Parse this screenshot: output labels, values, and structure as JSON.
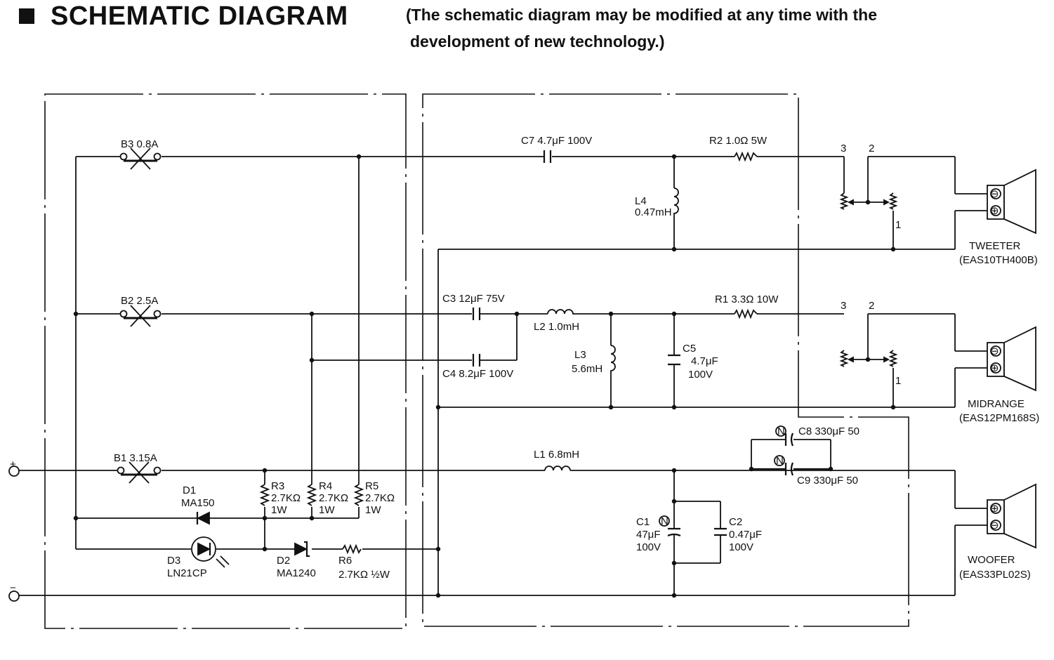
{
  "header": {
    "title": "SCHEMATIC DIAGRAM",
    "note_line1": "(The schematic diagram may be modified at any time with the",
    "note_line2": "development of new technology.)"
  },
  "terminals": {
    "plus": "+",
    "minus": "−"
  },
  "labels": {
    "b3": "B3  0.8A",
    "b2": "B2  2.5A",
    "b1": "B1  3.15A",
    "c7": "C7  4.7μF  100V",
    "r2": "R2  1.0Ω  5W",
    "l4a": "L4",
    "l4b": "0.47mH",
    "c3": "C3  12μF  75V",
    "c4": "C4  8.2μF  100V",
    "l2": "L2  1.0mH",
    "l3a": "L3",
    "l3b": "5.6mH",
    "c5a": "C5",
    "c5b": "4.7μF",
    "c5c": "100V",
    "r1": "R1  3.3Ω  10W",
    "l1": "L1  6.8mH",
    "c8": "C8  330μF 50",
    "c9": "C9  330μF 50",
    "c1a": "C1",
    "c1b": "47μF",
    "c1c": "100V",
    "c2a": "C2",
    "c2b": "0.47μF",
    "c2c": "100V",
    "r3a": "R3",
    "r3b": "2.7KΩ",
    "r3c": "1W",
    "r4a": "R4",
    "r4b": "2.7KΩ",
    "r4c": "1W",
    "r5a": "R5",
    "r5b": "2.7KΩ",
    "r5c": "1W",
    "d1a": "D1",
    "d1b": "MA150",
    "d3a": "D3",
    "d3b": "LN21CP",
    "d2a": "D2",
    "d2b": "MA1240",
    "r6a": "R6",
    "r6b": "2.7KΩ  ½W",
    "n": "N",
    "pin1": "1",
    "pin2": "2",
    "pin3": "3",
    "tweeter_a": "TWEETER",
    "tweeter_b": "(EAS10TH400B)",
    "midrange_a": "MIDRANGE",
    "midrange_b": "(EAS12PM168S)",
    "woofer_a": "WOOFER",
    "woofer_b": "(EAS33PL02S)",
    "plus_sym": "⊕",
    "minus_sym": "⊖"
  }
}
